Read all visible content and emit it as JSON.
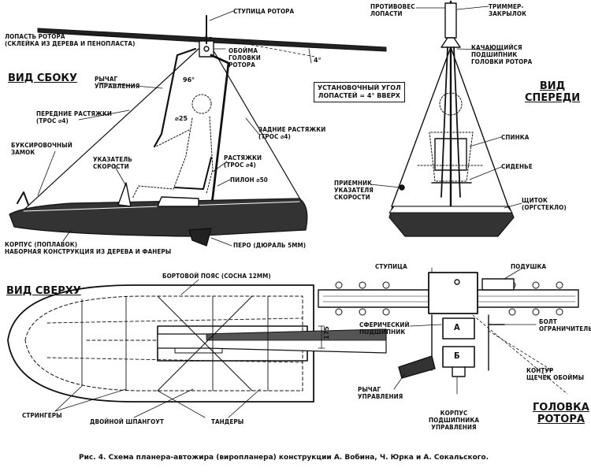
{
  "views": {
    "side": "ВИД СБОКУ",
    "front": "ВИД\nСПЕРЕДИ",
    "top": "ВИД СВЕРХУ",
    "rotor_head": "ГОЛОВКА\nРОТОРА"
  },
  "side_labels": {
    "blade": "ЛОПАСТЬ РОТОРА\n(СКЛЕЙКА ИЗ ДЕРЕВА И ПЕНОПЛАСТА)",
    "hub": "СТУПИЦА РОТОРА",
    "lever": "РЫЧАГ\nУПРАВЛЕНИЯ",
    "head_frame": "ОБОЙМА\nГОЛОВКИ\nРОТОРА",
    "front_stays": "ПЕРЕДНИЕ РАСТЯЖКИ\n(ТРОС ⌀4)",
    "rear_stays": "ЗАДНИЕ РАСТЯЖКИ\n(ТРОС ⌀4)",
    "tow_lock": "БУКСИРОВОЧНЫЙ\nЗАМОК",
    "speed_indicator": "УКАЗАТЕЛЬ\nСКОРОСТИ",
    "stays": "РАСТЯЖКИ\n(ТРОС ⌀4)",
    "pylon": "ПИЛОН ⌀50",
    "hull": "КОРПУС (ПОПЛАВОК)\nНАБОРНАЯ КОНСТРУКЦИЯ ИЗ ДЕРЕВА И ФАНЕРЫ",
    "fin": "ПЕРО (ДЮРАЛЬ 5мм)",
    "angle_4": "4°",
    "angle_96": "96°",
    "diam_25": "⌀25"
  },
  "install_angle_box": "УСТАНОВОЧНЫЙ УГОЛ\nЛОПАСТЕЙ = 4° ВВЕРХ",
  "front_labels": {
    "counterweight": "ПРОТИВОВЕС\nЛОПАСТИ",
    "trimmer": "ТРИММЕР-\nЗАКРЫЛОК",
    "swing_bearing": "КАЧАЮЩИЙСЯ\nПОДШИПНИК\nГОЛОВКИ РОТОРА",
    "backrest": "СПИНКА",
    "seat": "СИДЕНЬЕ",
    "receiver": "ПРИЕМНИК\nУКАЗАТЕЛЯ\nСКОРОСТИ",
    "shield": "ЩИТОК\n(ОРГСТЕКЛО)"
  },
  "top_labels": {
    "gunwale": "БОРТОВОЙ ПОЯС (СОСНА 12мм)",
    "stringers": "СТРИНГЕРЫ",
    "double_frame": "ДВОЙНОЙ ШПАНГОУТ",
    "tandems": "ТАНДЕРЫ",
    "dim_175": "175"
  },
  "head_labels": {
    "hub": "СТУПИЦА",
    "pad": "ПОДУШКА",
    "spherical_bearing": "СФЕРИЧЕСКИЙ\nПОДШИПНИК",
    "limit_bolt": "БОЛТ\nОГРАНИЧИТЕЛЬ",
    "cheek_contour": "КОНТУР\nЩЕЧЕК ОБОЙМЫ",
    "control_lever": "РЫЧАГ\nУПРАВЛЕНИЯ",
    "bearing_housing": "КОРПУС\nПОДШИПНИКА\nУПРАВЛЕНИЯ",
    "mark_a": "А",
    "mark_b": "Б"
  },
  "caption": "Рис. 4. Схема планера-автожира (виропланера) конструкции А. Вобина, Ч. Юрка и А. Сокальского."
}
